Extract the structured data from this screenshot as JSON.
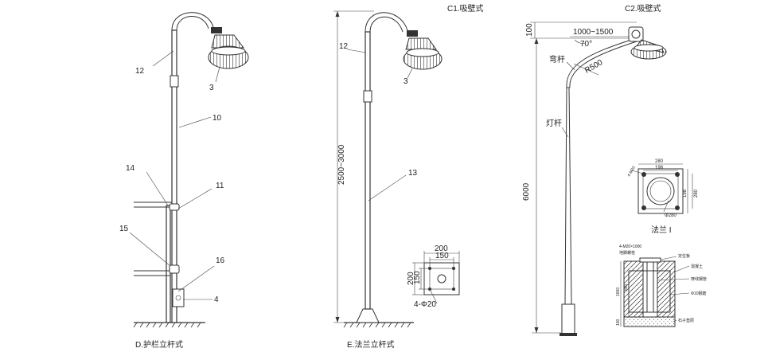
{
  "titles": {
    "c1": "C1.吸壁式",
    "c2": "C2.吸壁式",
    "d": "D.护栏立杆式",
    "e": "E.法兰立杆式"
  },
  "panel_d": {
    "callouts": [
      "12",
      "3",
      "10",
      "14",
      "11",
      "15",
      "16",
      "4"
    ]
  },
  "panel_e": {
    "callouts": [
      "12",
      "3",
      "13"
    ],
    "height_dim": "2500~3000",
    "flange": {
      "w1": "200",
      "w2": "150",
      "h1": "200",
      "h2": "150",
      "holes": "4-Φ20"
    }
  },
  "panel_c2": {
    "top_dim": "100",
    "arm_length": "1000~1500",
    "angle": "70°",
    "radius": "R500",
    "arm_label": "弯杆",
    "pole_label": "灯杆",
    "height_dim": "6000",
    "flange_dims": [
      "280",
      "198",
      "198",
      "280"
    ],
    "flange_hole": "Φ280",
    "flange_bolt": "4-M20",
    "flange_caption": "法兰 I",
    "foundation": {
      "bolts": "4-M20×1000",
      "anchor": "地脚螺栓",
      "plate": "定位板",
      "concrete": "混凝土",
      "conduit": "穿线钢管",
      "rebar": "Φ10钢筋",
      "gravel": "石子垫层",
      "dims": [
        "1000",
        "800",
        "100"
      ]
    }
  }
}
